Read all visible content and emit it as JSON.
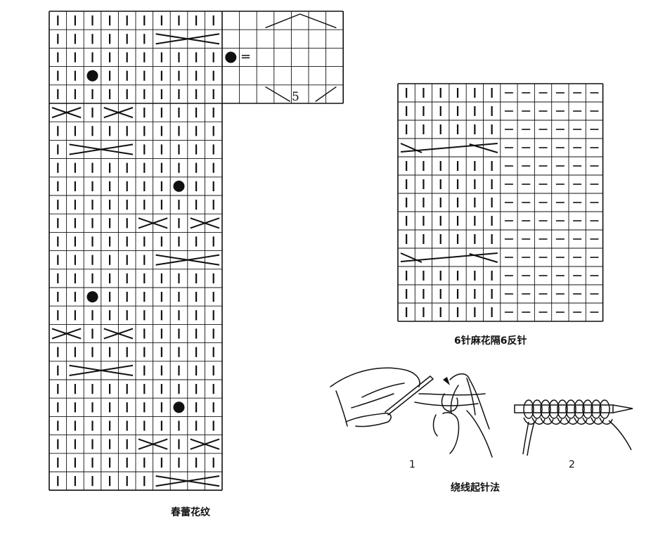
{
  "chart1": {
    "caption": "春蕾花纹",
    "stitch_knit": "丨",
    "note_symbol": "=",
    "note_count": "5",
    "columns": 10,
    "rows": 26,
    "top_columns": 17,
    "top_rows": 5,
    "bobbles": [
      [
        2,
        10
      ],
      [
        3,
        2
      ],
      [
        9,
        7
      ],
      [
        15,
        2
      ],
      [
        21,
        7
      ]
    ],
    "cables": [
      {
        "row": 1,
        "col": 6,
        "span": 2
      },
      {
        "row": 5,
        "col": 0,
        "span": 1
      },
      {
        "row": 5,
        "col": 3,
        "span": 1
      },
      {
        "row": 7,
        "col": 1,
        "span": 2
      },
      {
        "row": 11,
        "col": 5,
        "span": 1
      },
      {
        "row": 11,
        "col": 8,
        "span": 1
      },
      {
        "row": 13,
        "col": 6,
        "span": 2
      },
      {
        "row": 17,
        "col": 0,
        "span": 1
      },
      {
        "row": 17,
        "col": 3,
        "span": 1
      },
      {
        "row": 19,
        "col": 1,
        "span": 2
      },
      {
        "row": 23,
        "col": 5,
        "span": 1
      },
      {
        "row": 23,
        "col": 8,
        "span": 1
      },
      {
        "row": 25,
        "col": 6,
        "span": 2
      }
    ]
  },
  "chart2": {
    "caption": "6针麻花隔6反针",
    "columns": 12,
    "rows": 13,
    "knit_columns": 6,
    "cable_rows": [
      3,
      9
    ]
  },
  "illustration": {
    "caption": "绕线起针法",
    "step1": "1",
    "step2": "2"
  }
}
